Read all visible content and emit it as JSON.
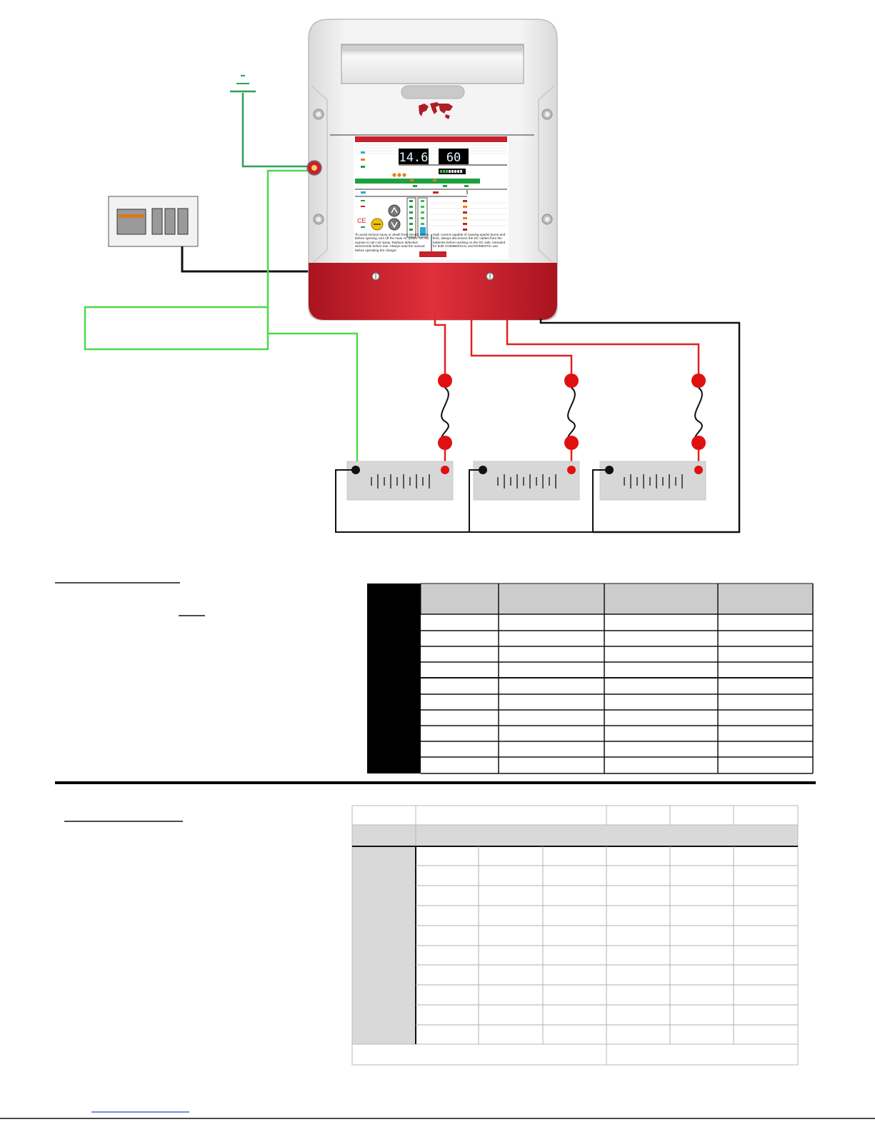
{
  "charger": {
    "display_left": "14.6",
    "display_right": "60",
    "warning_left": "To avoid serious injury or death from electric shock, before opening, turn off the main AC power. Do not expose to rain nor spray. Replace defective wires/cords before use. Always read the manual before operating the charger.",
    "warning_right": "High current capable of causing sparks burns and fires, always disconnect the DC cables from the batteries before working on the DC side. Intended for both COMMERCIAL and DOMESTIC use.",
    "ce_mark": "CE"
  },
  "colors": {
    "charger_red": "#c8202c",
    "wire_green": "#4cd94c",
    "ground_green": "#2e9e5a",
    "wire_red": "#e02020",
    "wire_black": "#111111",
    "battery_grey": "#d7d7d7"
  },
  "icons": {
    "ground": "ground-symbol-icon",
    "world_map": "world-map-logo-icon",
    "up": "arrow-up-icon",
    "down": "arrow-down-icon",
    "enter": "enter-button-icon"
  }
}
